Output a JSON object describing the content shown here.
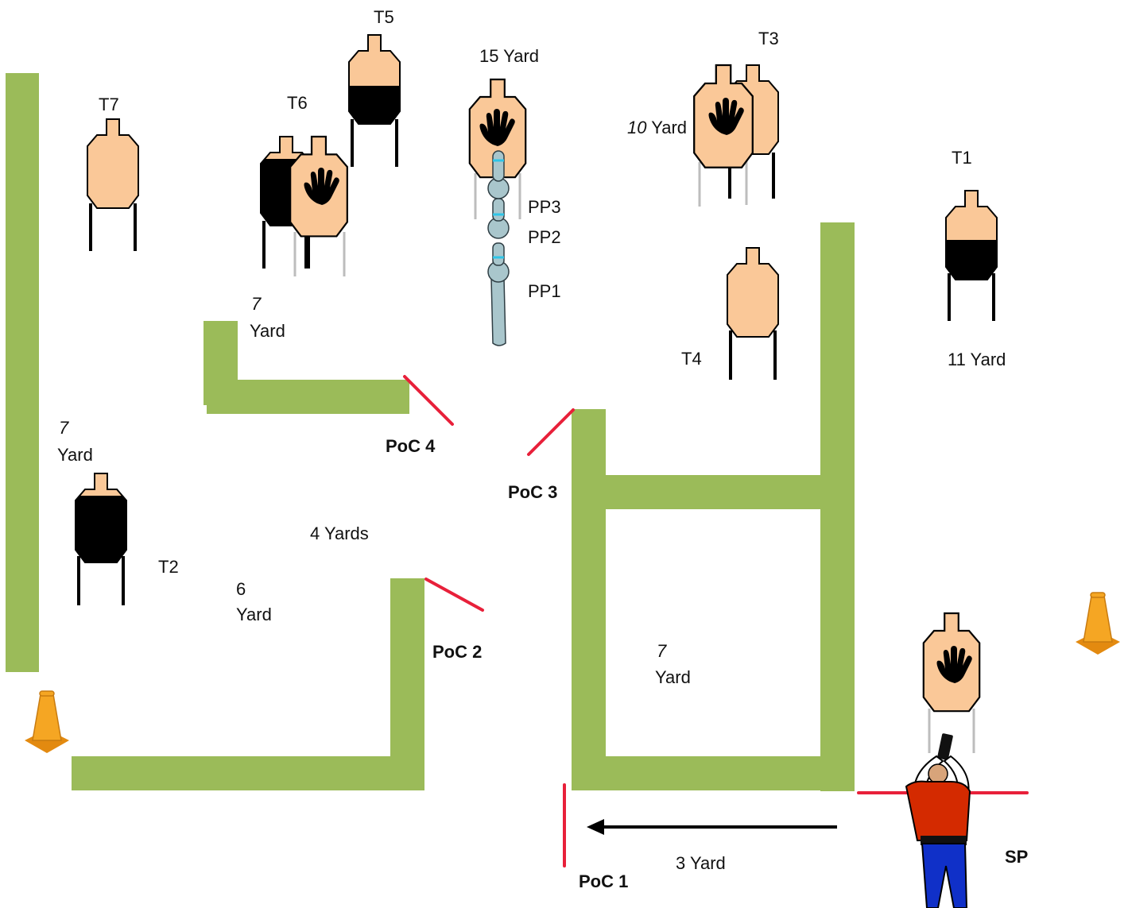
{
  "colors": {
    "wall": "#9bbb59",
    "target_tan": "#fac898",
    "target_black": "#000000",
    "post_dark": "#000000",
    "post_light": "#bdbdbd",
    "poc_line": "#e8203a",
    "cone": "#f5a020",
    "popper": "#a9c6cc",
    "popper_marker": "#2ec5e8",
    "shooter_shirt": "#d42a00",
    "shooter_pants": "#1030c8"
  },
  "icons": {
    "no_shoot": "hand-icon",
    "cone": "traffic-cone-icon",
    "shooter": "shooter-figure-icon",
    "direction": "arrow-left-icon"
  },
  "labels": {
    "t1": "T1",
    "t2": "T2",
    "t3": "T3",
    "t4": "T4",
    "t5": "T5",
    "t6": "T6",
    "t7": "T7",
    "pp1": "PP1",
    "pp2": "PP2",
    "pp3": "PP3",
    "poc1": "PoC 1",
    "poc2": "PoC 2",
    "poc3": "PoC 3",
    "poc4": "PoC 4",
    "sp": "SP",
    "dist_15": "15 Yard",
    "dist_10_num": "10",
    "dist_10_unit": " Yard",
    "dist_11": "11 Yard",
    "dist_7_num": "7",
    "dist_yard": "Yard",
    "dist_6_num": "6",
    "dist_4": "4 Yards",
    "dist_3": "3 Yard"
  }
}
